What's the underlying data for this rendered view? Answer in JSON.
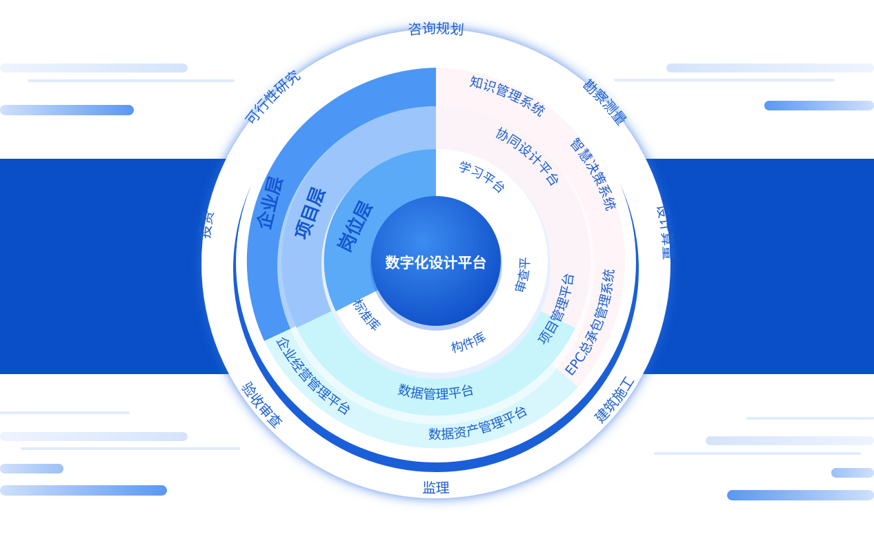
{
  "center": {
    "label": "数字化设计平台"
  },
  "layers": {
    "enterprise": "企业层",
    "project": "项目层",
    "post": "岗位层"
  },
  "outer_ring": {
    "top": "咨询规划",
    "feasibility": "可行性研究",
    "survey": "勘察测量",
    "invest": "投资",
    "design_budget": "设计算量",
    "acceptance": "验收审查",
    "construction": "建筑施工",
    "supervision": "监理"
  },
  "ring3": {
    "knowledge": "知识管理系统",
    "decision": "智慧决策系统",
    "epc": "EPC总承包管理系统",
    "data_asset": "数据资产管理平台",
    "enterprise_ops": "企业经营管理平台"
  },
  "ring2": {
    "collab": "协同设计平台",
    "project_mgmt": "项目管理平台",
    "data_mgmt": "数据管理平台"
  },
  "ring1": {
    "learning": "学习平台",
    "review": "审查平台",
    "component": "构件库",
    "standard": "标准库"
  },
  "colors": {
    "band": "#0a4fc7",
    "dark_blue": "#1a5fd8",
    "enterprise_sector": "#4c97f5",
    "project_sector": "#9cc6fb",
    "post_sector": "#5aaaf8",
    "bottom_ring": "#c7f5fb",
    "pink_sector": "#fff4f7",
    "text": "#1b5fd1"
  }
}
